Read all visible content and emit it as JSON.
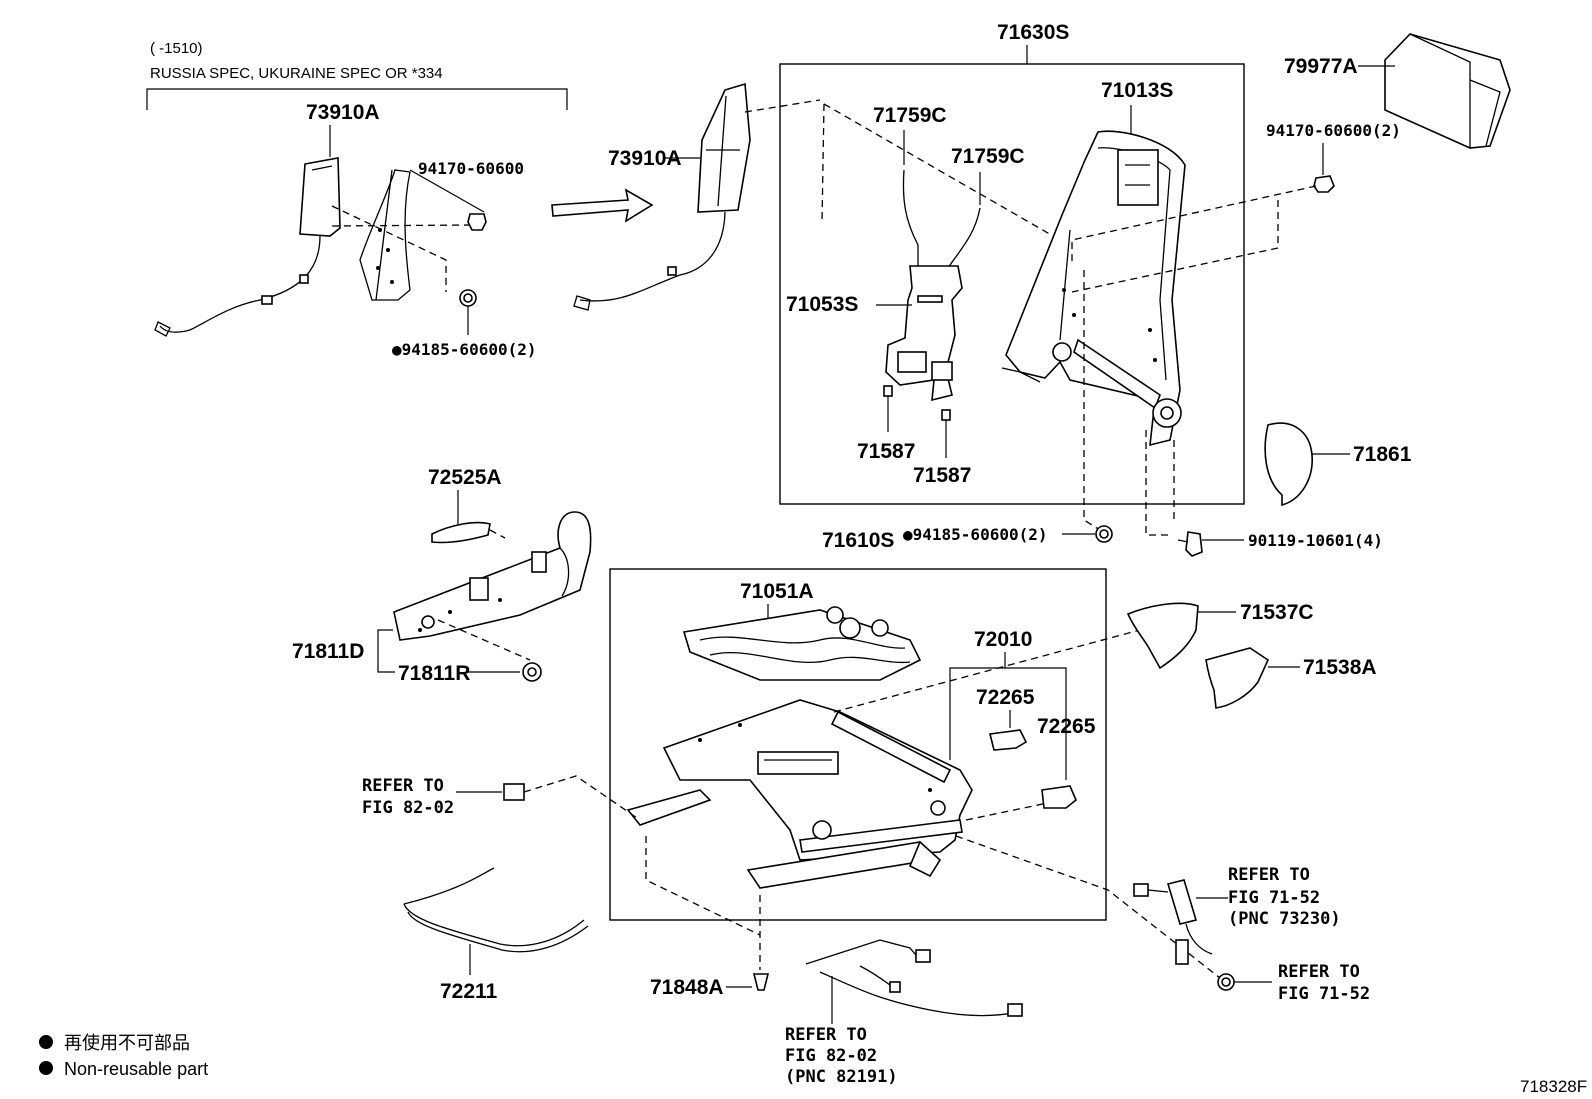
{
  "header_note": {
    "range": "(      -1510)",
    "spec": "RUSSIA SPEC, UKURAINE SPEC OR *334"
  },
  "parts": {
    "p73910A_left": "73910A",
    "p73910A_right": "73910A",
    "p94170_60600": "94170-60600",
    "p94185_60600_top": "●94185-60600(2)",
    "p71630S": "71630S",
    "p71759C_a": "71759C",
    "p71759C_b": "71759C",
    "p71013S": "71013S",
    "p71053S": "71053S",
    "p71587_a": "71587",
    "p71587_b": "71587",
    "p79977A": "79977A",
    "p94170_60600_2": "94170-60600(2)",
    "p71861": "71861",
    "p72525A": "72525A",
    "p71811D": "71811D",
    "p71811R": "71811R",
    "p71610S": "71610S",
    "p94185_60600_mid": "●94185-60600(2)",
    "p90119_10601": "90119-10601(4)",
    "p71051A": "71051A",
    "p72010": "72010",
    "p72265_a": "72265",
    "p72265_b": "72265",
    "p71537C": "71537C",
    "p71538A": "71538A",
    "p72211": "72211",
    "p71848A": "71848A"
  },
  "refs": {
    "ref_82_02_left": {
      "line1": "REFER TO",
      "line2": "FIG 82-02"
    },
    "ref_71_52_top": {
      "line1": "REFER TO",
      "line2": "FIG 71-52",
      "line3": "(PNC 73230)"
    },
    "ref_71_52_bottom": {
      "line1": "REFER TO",
      "line2": "FIG 71-52"
    },
    "ref_82_02_bottom": {
      "line1": "REFER TO",
      "line2": "FIG 82-02",
      "line3": "(PNC 82191)"
    }
  },
  "legend": {
    "jp": "再使用不可部品",
    "en": "Non-reusable part"
  },
  "figure_code": "718328F"
}
